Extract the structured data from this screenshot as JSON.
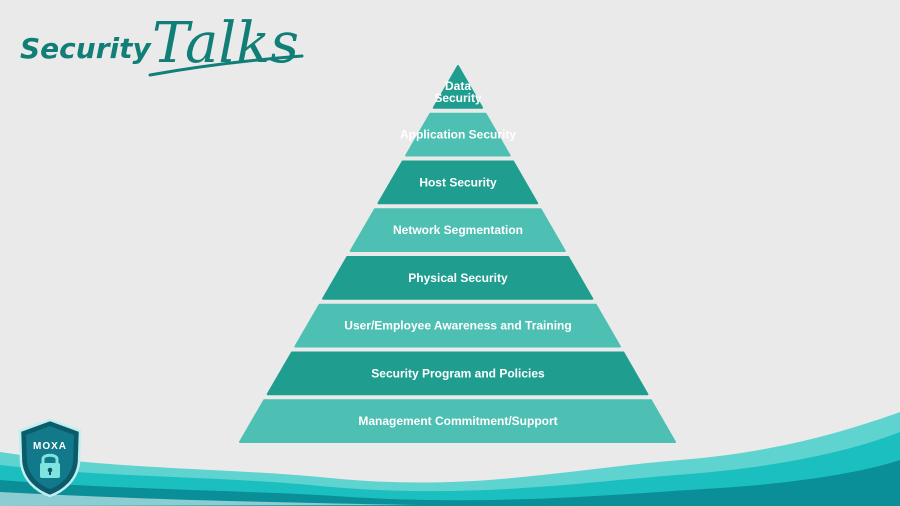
{
  "brand": {
    "word1": "Security",
    "word2": "Talks",
    "color": "#117e77"
  },
  "badge": {
    "label": "MOXA",
    "icon": "lock-shield-icon"
  },
  "pyramid": {
    "colors": {
      "dark": "#1f9e90",
      "light": "#4dbfb3"
    },
    "layers": [
      {
        "label_lines": [
          "Data",
          "Security"
        ],
        "shade": "dark"
      },
      {
        "label_lines": [
          "Application Security"
        ],
        "shade": "light"
      },
      {
        "label_lines": [
          "Host Security"
        ],
        "shade": "dark"
      },
      {
        "label_lines": [
          "Network Segmentation"
        ],
        "shade": "light"
      },
      {
        "label_lines": [
          "Physical Security"
        ],
        "shade": "dark"
      },
      {
        "label_lines": [
          "User/Employee Awareness and Training"
        ],
        "shade": "light"
      },
      {
        "label_lines": [
          "Security Program and Policies"
        ],
        "shade": "dark"
      },
      {
        "label_lines": [
          "Management Commitment/Support"
        ],
        "shade": "light"
      }
    ]
  }
}
